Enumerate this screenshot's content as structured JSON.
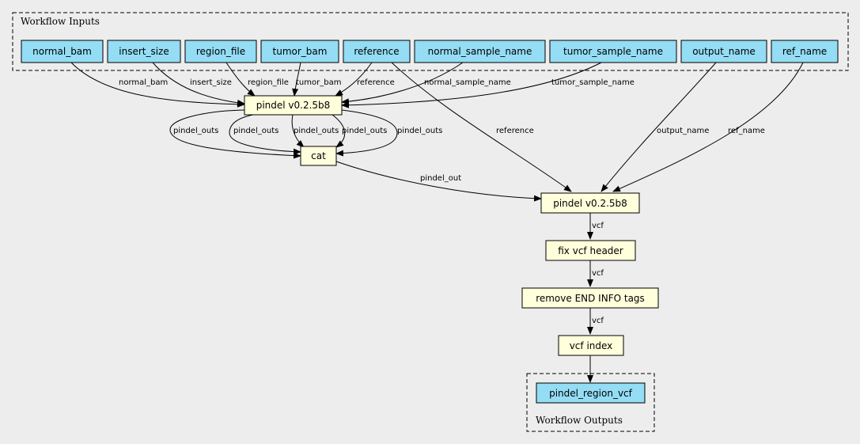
{
  "clusters": {
    "inputs_label": "Workflow Inputs",
    "outputs_label": "Workflow Outputs"
  },
  "inputs": {
    "normal_bam": "normal_bam",
    "insert_size": "insert_size",
    "region_file": "region_file",
    "tumor_bam": "tumor_bam",
    "reference": "reference",
    "normal_sample_name": "normal_sample_name",
    "tumor_sample_name": "tumor_sample_name",
    "output_name": "output_name",
    "ref_name": "ref_name"
  },
  "steps": {
    "pindel_1": "pindel v0.2.5b8",
    "cat": "cat",
    "pindel_2": "pindel v0.2.5b8",
    "fix_vcf_header": "fix vcf header",
    "remove_end_info": "remove END INFO tags",
    "vcf_index": "vcf index"
  },
  "outputs": {
    "pindel_region_vcf": "pindel_region_vcf"
  },
  "edge_labels": {
    "normal_bam": "normal_bam",
    "insert_size": "insert_size",
    "region_file": "region_file",
    "tumor_bam": "tumor_bam",
    "reference_1": "reference",
    "normal_sample_name": "normal_sample_name",
    "tumor_sample_name": "tumor_sample_name",
    "reference_2": "reference",
    "output_name": "output_name",
    "ref_name": "ref_name",
    "pindel_outs_1": "pindel_outs",
    "pindel_outs_2": "pindel_outs",
    "pindel_outs_3": "pindel_outs",
    "pindel_outs_4": "pindel_outs",
    "pindel_outs_5": "pindel_outs",
    "pindel_out": "pindel_out",
    "vcf_1": "vcf",
    "vcf_2": "vcf",
    "vcf_3": "vcf"
  },
  "colors": {
    "input_fill": "#94ddf4",
    "step_fill": "#ffffdc",
    "background": "#ededed"
  }
}
